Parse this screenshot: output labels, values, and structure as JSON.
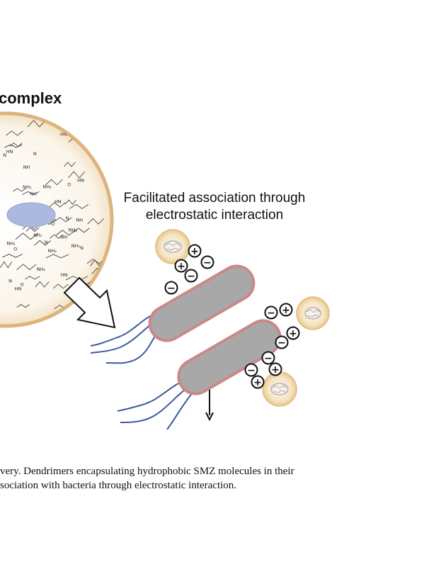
{
  "title_complex": "complex",
  "title_association": {
    "line1": "Facilitated association through",
    "line2": "electrostatic  interaction"
  },
  "charge_symbols": {
    "positive": "+",
    "negative": "−"
  },
  "dendrimer_labels": [
    "NH",
    "NH₂",
    "N",
    "O",
    "HN"
  ],
  "caption": {
    "line1": "very. Dendrimers encapsulating hydrophobic SMZ molecules in their",
    "line2": "sociation with bacteria through electrostatic interaction."
  },
  "colors": {
    "dendrimer_border": "#d8b27a",
    "dendrimer_fill": "#fbf3e6",
    "drug_core": "#a9b9de",
    "bacteria_body": "#a9a9a9",
    "bacteria_border": "#c98484",
    "flagella": "#3a5a9c",
    "small_dendrimer_fill": "#f2d9ad"
  }
}
